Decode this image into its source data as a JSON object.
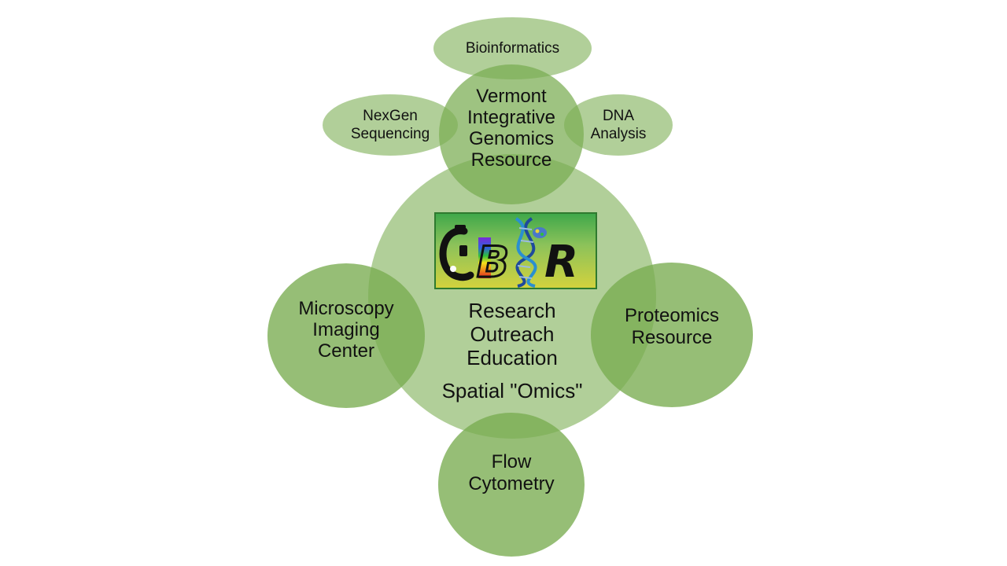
{
  "diagram": {
    "center_lines": "Research\nOutreach\nEducation",
    "center_extra": "Spatial \"Omics\"",
    "vigr": "Vermont\nIntegrative\nGenomics\nResource",
    "bioinformatics": "Bioinformatics",
    "nexgen": "NexGen\nSequencing",
    "dna": "DNA\nAnalysis",
    "microscopy": "Microscopy\nImaging\nCenter",
    "proteomics": "Proteomics\nResource",
    "flow": "Flow\nCytometry"
  },
  "logo": {
    "text": "CBSR"
  },
  "colors": {
    "circle_fill": "#7daf55",
    "logo_border": "#2f7a2f",
    "text": "#111111"
  }
}
